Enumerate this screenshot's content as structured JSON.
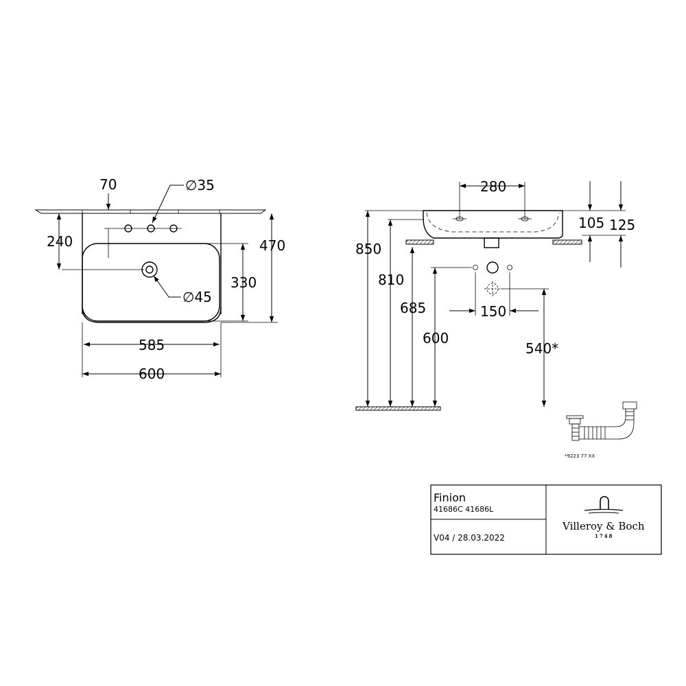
{
  "plan_view": {
    "dim_hole_offset": "70",
    "dim_tap_hole": "∅35",
    "dim_back_to_waste": "240",
    "dim_waste": "∅45",
    "dim_depth_total": "470",
    "dim_bowl_depth": "330",
    "dim_bowl_width": "585",
    "dim_total_width": "600"
  },
  "side_view": {
    "dim_tap_spacing": "280",
    "dim_height_inner": "105",
    "dim_height_total": "125",
    "dim_850": "850",
    "dim_810": "810",
    "dim_685": "685",
    "dim_600": "600",
    "dim_supply_spacing": "150",
    "dim_drain_height": "540*"
  },
  "accessory_note": "*9223 77 XX",
  "title_block": {
    "product_name": "Finion",
    "article_numbers": "41686C 41686L",
    "version": "V04 / 28.03.2022",
    "brand": "Villeroy & Boch",
    "brand_year": "1748"
  }
}
